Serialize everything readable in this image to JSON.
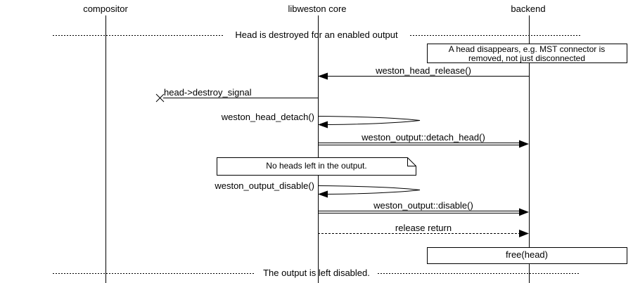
{
  "diagram": {
    "participants": [
      {
        "name": "compositor"
      },
      {
        "name": "libweston core"
      },
      {
        "name": "backend"
      }
    ],
    "dividers": {
      "top": "Head is destroyed for an enabled output",
      "bottom": "The output is left disabled."
    },
    "notes": {
      "head_disappears_line1": "A head disappears, e.g. MST connector is",
      "head_disappears_line2": "removed, not just disconnected",
      "no_heads": "No heads left in the output.",
      "free_head": "free(head)"
    },
    "messages": {
      "head_release": "weston_head_release()",
      "destroy_signal": "head->destroy_signal",
      "head_detach": "weston_head_detach()",
      "detach_head": "weston_output::detach_head()",
      "output_disable": "weston_output_disable()",
      "disable": "weston_output::disable()",
      "release_return": "release return"
    },
    "colors": {
      "line": "#000000",
      "background": "#ffffff"
    }
  }
}
